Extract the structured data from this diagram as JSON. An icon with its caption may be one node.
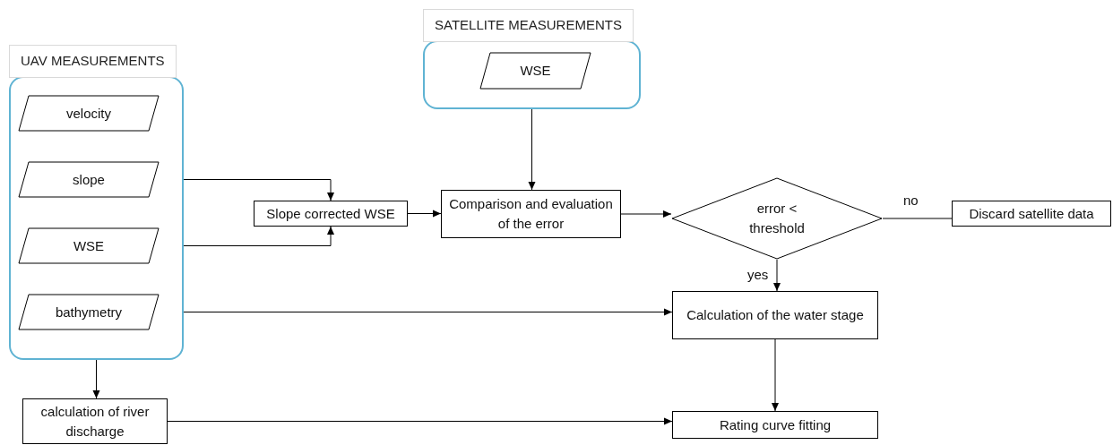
{
  "diagram": {
    "nodes": [
      {
        "text": [
          "UAV MEASUREMENTS"
        ]
      },
      {
        "text": [
          "velocity"
        ],
        "in": 0
      },
      {
        "text": [
          "slope"
        ],
        "in": 0
      },
      {
        "text": [
          "WSE"
        ],
        "in": 0
      },
      {
        "text": [
          "bathymetry"
        ],
        "in": 0
      },
      {
        "text": [
          "SATELLITE MEASUREMENTS"
        ]
      },
      {
        "text": [
          "WSE"
        ],
        "in": 5
      },
      {
        "text": [
          "Slope corrected WSE"
        ]
      },
      {
        "text": [
          "Comparison and evaluation of the error"
        ]
      },
      {
        "text": [
          "error < threshold"
        ]
      },
      {
        "text": [
          "Discard satellite data"
        ]
      },
      {
        "text": [
          "Calculation of the water stage"
        ]
      },
      {
        "text": [
          "calculation of river discharge"
        ]
      },
      {
        "text": [
          "Rating curve fitting"
        ]
      }
    ],
    "edges": [
      {
        "from": 2,
        "to": 7,
        "arrow": "to"
      },
      {
        "from": 3,
        "to": 7,
        "arrow": "to"
      },
      {
        "from": 7,
        "to": 8,
        "arrow": "to"
      },
      {
        "from": 5,
        "to": 8,
        "arrow": "to"
      },
      {
        "from": 8,
        "to": 9,
        "arrow": "to"
      },
      {
        "from": 9,
        "to": 10,
        "arrow": "none",
        "label": "no"
      },
      {
        "from": 9,
        "to": 11,
        "arrow": "to",
        "label": "yes"
      },
      {
        "from": 4,
        "to": 11,
        "arrow": "to"
      },
      {
        "from": 0,
        "to": 12,
        "arrow": "to"
      },
      {
        "from": 11,
        "to": 13,
        "arrow": "to"
      },
      {
        "from": 12,
        "to": 13,
        "arrow": "to"
      }
    ]
  }
}
